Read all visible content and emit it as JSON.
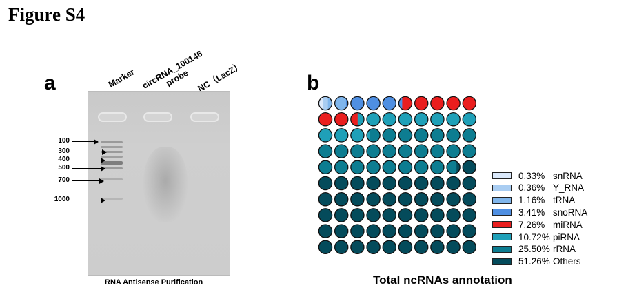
{
  "figure_title": "Figure S4",
  "panel_a": {
    "letter": "a",
    "lanes": [
      "Marker",
      "circRNA_100146\nprobe",
      "NC（LacZ）"
    ],
    "marker_sizes": [
      "100",
      "300",
      "400",
      "500",
      "700",
      "1000"
    ],
    "caption": "RNA Antisense Purification"
  },
  "panel_b": {
    "letter": "b",
    "title": "Total ncRNAs annotation",
    "chart_data": {
      "type": "waffle",
      "grid": {
        "rows": 10,
        "cols": 10
      },
      "fill_order": "row-major from top-left",
      "categories": [
        "snRNA",
        "Y_RNA",
        "tRNA",
        "snoRNA",
        "miRNA",
        "piRNA",
        "rRNA",
        "Others"
      ],
      "values": [
        0.33,
        0.36,
        1.16,
        3.41,
        7.26,
        10.72,
        25.5,
        51.26
      ],
      "labels": [
        "0.33%",
        "0.36%",
        "1.16%",
        "3.41%",
        "7.26%",
        "10.72%",
        "25.50%",
        "51.26%"
      ],
      "colors": [
        "#dbe9fb",
        "#a9cdf2",
        "#80b6ec",
        "#4f8fe2",
        "#ea1e1e",
        "#1fa0b8",
        "#0d7d91",
        "#044b5b"
      ],
      "legend_position": "right"
    }
  }
}
